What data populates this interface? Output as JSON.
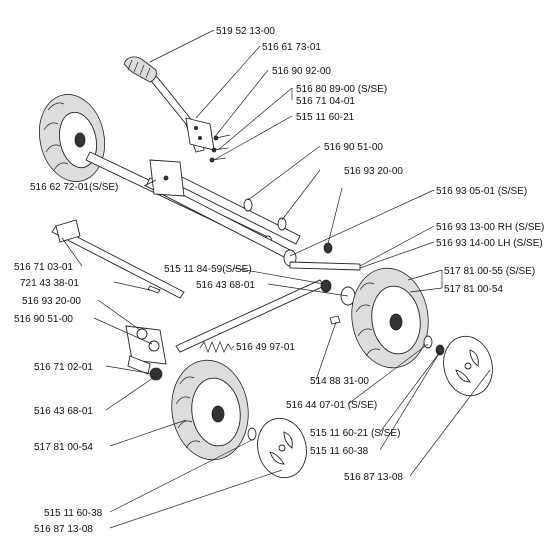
{
  "parts": [
    {
      "id": "p1",
      "number": "519 52 13-00"
    },
    {
      "id": "p2",
      "number": "516 61 73-01"
    },
    {
      "id": "p3",
      "number": "516 90 92-00"
    },
    {
      "id": "p4",
      "number": "516 80 89-00 (S/SE)"
    },
    {
      "id": "p5",
      "number": "516 71 04-01"
    },
    {
      "id": "p6",
      "number": "515 11 60-21"
    },
    {
      "id": "p7",
      "number": "516 90 51-00"
    },
    {
      "id": "p8",
      "number": "516 93 20-00"
    },
    {
      "id": "p9",
      "number": "516 93 05-01 (S/SE)"
    },
    {
      "id": "p10",
      "number": "516 62 72-01(S/SE)"
    },
    {
      "id": "p11",
      "number": "516 93 13-00 RH (S/SE)"
    },
    {
      "id": "p12",
      "number": "516 93 14-00 LH (S/SE)"
    },
    {
      "id": "p13",
      "number": "516 71 03-01"
    },
    {
      "id": "p14",
      "number": "515 11 84-59(S/SE)"
    },
    {
      "id": "p15",
      "number": "517 81 00-55 (S/SE)"
    },
    {
      "id": "p16",
      "number": "721 43 38-01"
    },
    {
      "id": "p17",
      "number": "516 43 68-01"
    },
    {
      "id": "p18",
      "number": "517 81 00-54"
    },
    {
      "id": "p19",
      "number": "516 93 20-00"
    },
    {
      "id": "p20",
      "number": "516 90 51-00"
    },
    {
      "id": "p21",
      "number": "516 49 97-01"
    },
    {
      "id": "p22",
      "number": "516 71 02-01"
    },
    {
      "id": "p23",
      "number": "514 88 31-00"
    },
    {
      "id": "p24",
      "number": "516 44 07-01 (S/SE)"
    },
    {
      "id": "p25",
      "number": "516 43 68-01"
    },
    {
      "id": "p26",
      "number": "515 11 60-21 (S/SE)"
    },
    {
      "id": "p27",
      "number": "515 11 60-38"
    },
    {
      "id": "p28",
      "number": "517 81 00-54"
    },
    {
      "id": "p29",
      "number": "516 87 13-08"
    },
    {
      "id": "p30",
      "number": "515 11 60-38"
    },
    {
      "id": "p31",
      "number": "516 87 13-08"
    }
  ]
}
